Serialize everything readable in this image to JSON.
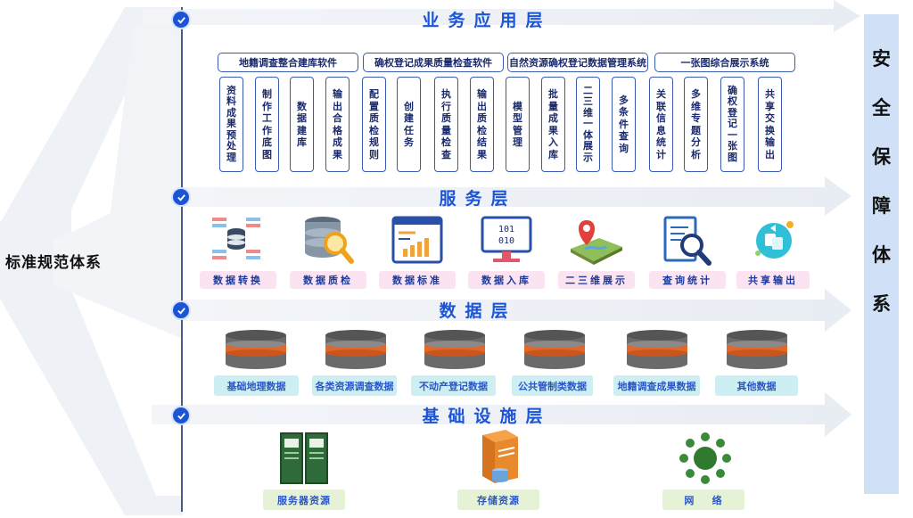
{
  "left_title": "标准规范体系",
  "right_title": [
    "安",
    "全",
    "保",
    "障",
    "体",
    "系"
  ],
  "layers": {
    "app": "业务应用层",
    "service": "服务层",
    "data": "数据层",
    "infra": "基础设施层"
  },
  "groups": [
    {
      "title": "地籍调查整合建库软件",
      "modules": [
        "资料成果预处理",
        "制作工作底图",
        "数据建库",
        "输出合格成果"
      ]
    },
    {
      "title": "确权登记成果质量检查软件",
      "modules": [
        "配置质检规则",
        "创建任务",
        "执行质量检查",
        "输出质检结果"
      ]
    },
    {
      "title": "自然资源确权登记数据管理系统",
      "modules": [
        "模型管理",
        "批量成果入库",
        "二三维一体展示",
        "多条件查询"
      ]
    },
    {
      "title": "一张图综合展示系统",
      "modules": [
        "关联信息统计",
        "多维专题分析",
        "确权登记一张图",
        "共享交换输出"
      ]
    }
  ],
  "services": [
    "数据转换",
    "数据质检",
    "数据标准",
    "数据入库",
    "二三维展示",
    "查询统计",
    "共享输出"
  ],
  "data_items": [
    "基础地理数据",
    "各类资源调查数据",
    "不动产登记数据",
    "公共管制类数据",
    "地籍调查成果数据",
    "其他数据"
  ],
  "infra_items": [
    "服务器资源",
    "存储资源",
    "网    络"
  ],
  "service_icons": [
    "data-transform-icon",
    "database-search-icon",
    "data-standard-icon",
    "binary-monitor-icon",
    "3d-map-pin-icon",
    "document-search-icon",
    "share-output-icon"
  ],
  "infra_icons": [
    "server-rack-icon",
    "storage-server-icon",
    "network-nodes-icon"
  ],
  "colors": {
    "accent": "#1b55d6",
    "band": "#eef1f6",
    "right_panel": "#cfe0f7"
  }
}
